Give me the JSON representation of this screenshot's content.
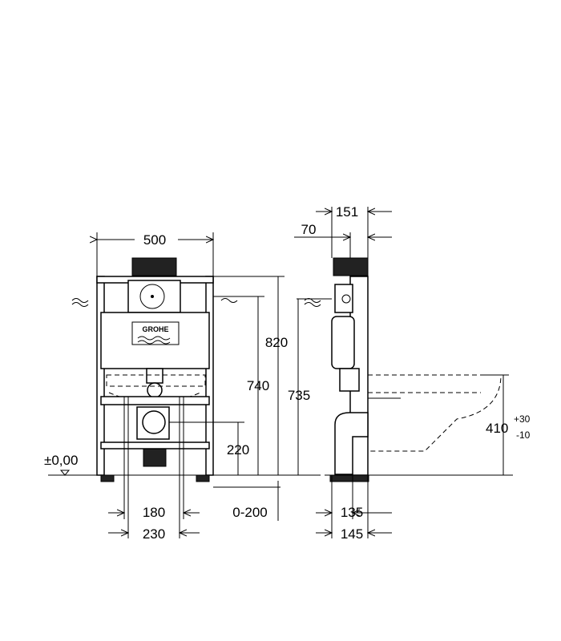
{
  "brand": {
    "logo_text": "GROHE"
  },
  "front_view": {
    "width_overall": "500",
    "height_frame": "820",
    "height_inlet": "740",
    "height_drain": "220",
    "floor_level": "±0,00",
    "span_inner": "180",
    "span_outer": "230",
    "drain_offset": "0-200"
  },
  "side_view": {
    "depth_total": "151",
    "depth_frame": "70",
    "height_supply": "735",
    "bowl_height": "410",
    "bowl_tol_plus": "+30",
    "bowl_tol_minus": "-10",
    "foot_inner": "135",
    "foot_outer": "145"
  }
}
